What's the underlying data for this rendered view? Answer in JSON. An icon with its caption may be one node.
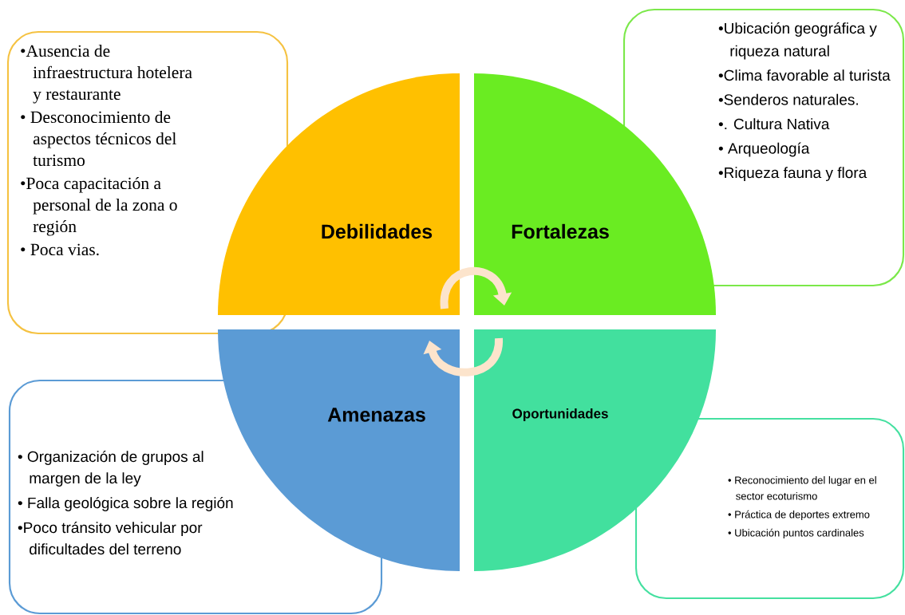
{
  "diagram": {
    "nodes": [
      {
        "text": [
          "•Ausencia de infraestructura hotelera y restaurante",
          "• Desconocimiento de aspectos técnicos del turismo",
          "•Poca capacitación a personal de la zona o región",
          "• Poca vias."
        ]
      },
      {
        "text": [
          "•Ubicación geográfica y riqueza natural",
          "•Clima favorable al turista",
          "•Senderos naturales.",
          "•. Cultura Nativa",
          "• Arqueología",
          "•Riqueza fauna y flora"
        ]
      },
      {
        "text": [
          "Debilidades"
        ]
      },
      {
        "text": [
          "Fortalezas"
        ]
      },
      {
        "text": [
          "Amenazas"
        ]
      },
      {
        "text": [
          "Oportunidades"
        ]
      },
      {
        "text": [
          "• Organización de grupos al margen de la ley",
          "• Falla geológica sobre la región",
          "•Poco tránsito vehicular por dificultades del terreno"
        ]
      },
      {
        "text": [
          "• Reconocimiento del lugar en el sector ecoturismo",
          "• Práctica de deportes extremo",
          "• Ubicación puntos cardinales"
        ]
      }
    ],
    "edges": [
      {
        "from": 2,
        "to": 3,
        "arrow": "to"
      },
      {
        "from": 5,
        "to": 4,
        "arrow": "to"
      }
    ]
  }
}
